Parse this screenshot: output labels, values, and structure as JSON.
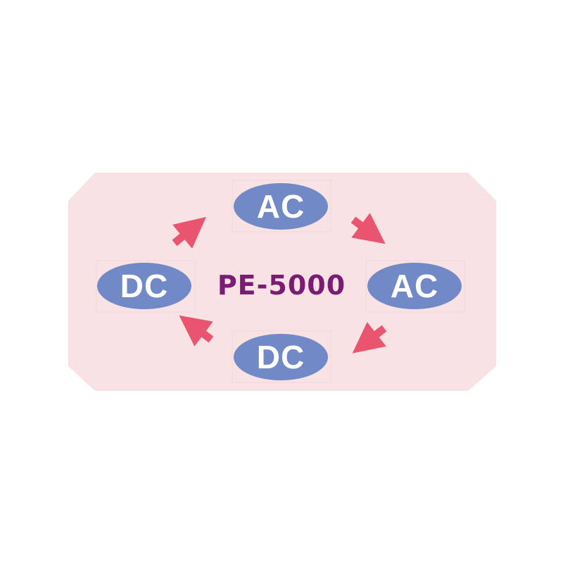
{
  "diagram": {
    "center_label": "PE-5000",
    "nodes": [
      {
        "id": "top",
        "label": "AC"
      },
      {
        "id": "right",
        "label": "AC"
      },
      {
        "id": "bottom",
        "label": "DC"
      },
      {
        "id": "left",
        "label": "DC"
      }
    ],
    "colors": {
      "background_panel": "#f9e2e3",
      "node_fill": "#7289c8",
      "node_text": "#ffffff",
      "arrow": "#e9546f",
      "center_text": "#7a1b74"
    }
  }
}
